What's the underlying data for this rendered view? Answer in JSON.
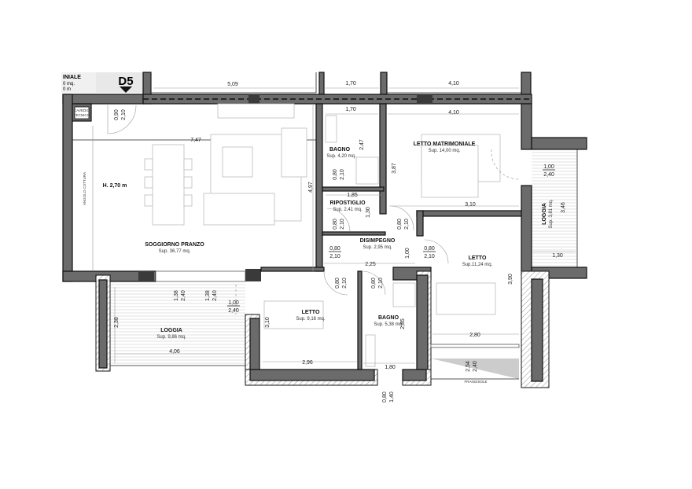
{
  "header": {
    "partial_label": "INIALE",
    "partial_sup": "0 mq.",
    "partial_h": "0 m",
    "unit_code": "D5"
  },
  "rooms": {
    "soggiorno": {
      "name": "SOGGIORNO PRANZO",
      "sup": "Sup. 36,77 mq.",
      "height": "H. 2,70 m",
      "corner": "ANGOLO COTTURA"
    },
    "bagno1": {
      "name": "BAGNO",
      "sup": "Sup. 4,20 mq."
    },
    "ripostiglio": {
      "name": "RIPOSTIGLIO",
      "sup": "Sup. 2,41 mq."
    },
    "disimpegno": {
      "name": "DISIMPEGNO",
      "sup": "Sup. 2,95 mq."
    },
    "matrimoniale": {
      "name": "LETTO MATRIMONIALE",
      "sup": "Sup. 14,00 mq."
    },
    "letto2": {
      "name": "LETTO",
      "sup": "Sup.11,24 mq."
    },
    "letto3": {
      "name": "LETTO",
      "sup": "Sup. 9,16 mq."
    },
    "bagno2": {
      "name": "BAGNO",
      "sup": "Sup. 5,38 mq."
    },
    "loggia1": {
      "name": "LOGGIA",
      "sup": "Sup. 9,86 mq."
    },
    "loggia2": {
      "name": "LOGGIA",
      "sup": "Sup. 3,81 mq."
    },
    "cavedio": {
      "name1": "CAVEDIO",
      "name2": "TECNICO"
    },
    "frangisole": "FRANGISOLE"
  },
  "dimensions": {
    "top_509": "5,09",
    "top_170": "1,70",
    "top_410": "4,10",
    "in_170": "1,70",
    "in_410": "4,10",
    "d_747": "7,47",
    "d_497": "4,97",
    "d_247": "2,47",
    "d_185": "1,85",
    "d_130r": "1,30",
    "d_387": "3,87",
    "d_310": "3,10",
    "d_346": "3,46",
    "d_130": "1,30",
    "d_100": "1,00",
    "d_225": "2,25",
    "d_390": "3,90",
    "d_280": "2,80",
    "d_310b": "3,10",
    "d_296": "2,96",
    "d_285": "2,85",
    "d_180": "1,80",
    "d_406": "4,06",
    "d_238": "2,38"
  },
  "openings": {
    "entry": [
      "0,90",
      "2,10"
    ],
    "bagno1": [
      "0,80",
      "2,10"
    ],
    "ripost": [
      "0,80",
      "2,10"
    ],
    "matr": [
      "0,80",
      "2,10"
    ],
    "disimp": [
      "0,80",
      "2,10"
    ],
    "letto2": [
      "0,80",
      "2,10"
    ],
    "letto3": [
      "0,80",
      "2,10"
    ],
    "bagno2": [
      "0,80",
      "2,10"
    ],
    "win_loggia2": [
      "1,00",
      "2,40"
    ],
    "win_a": [
      "1,38",
      "2,40"
    ],
    "win_b": [
      "1,38",
      "2,40"
    ],
    "win_c": [
      "1,00",
      "2,40"
    ],
    "win_frang": [
      "2,54",
      "2,40"
    ],
    "win_bagno2": [
      "0,80",
      "1,40"
    ]
  }
}
